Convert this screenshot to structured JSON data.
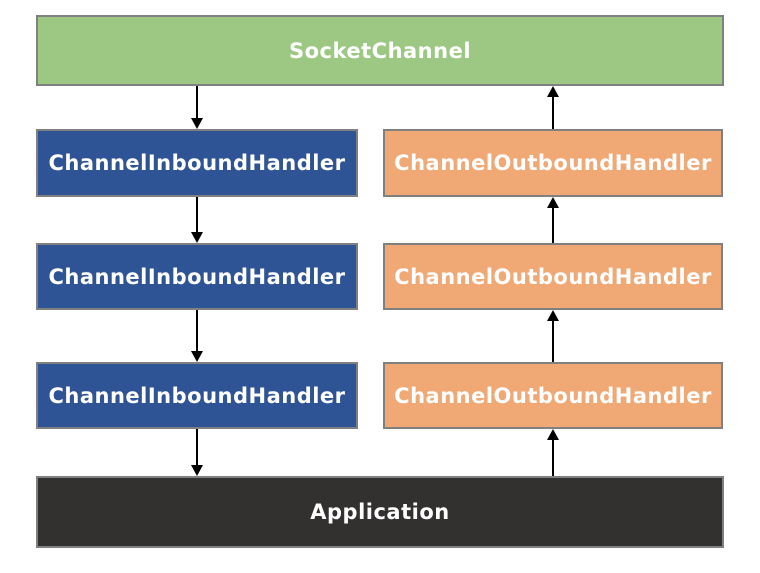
{
  "diagram": {
    "title": "channel-pipeline-diagram",
    "socket_channel": {
      "label": "SocketChannel"
    },
    "inbound_handlers": [
      {
        "label": "ChannelInboundHandler"
      },
      {
        "label": "ChannelInboundHandler"
      },
      {
        "label": "ChannelInboundHandler"
      }
    ],
    "outbound_handlers": [
      {
        "label": "ChannelOutboundHandler"
      },
      {
        "label": "ChannelOutboundHandler"
      },
      {
        "label": "ChannelOutboundHandler"
      }
    ],
    "application": {
      "label": "Application"
    },
    "flow": {
      "inbound_direction": "down",
      "outbound_direction": "up"
    }
  },
  "colors": {
    "socket_channel_bg": "#9DC884",
    "inbound_bg": "#2F5496",
    "outbound_bg": "#F0A875",
    "application_bg": "#333030",
    "box_border": "#808080",
    "text": "#FFFFFF",
    "arrow": "#000000",
    "background": "#FFFFFF"
  }
}
